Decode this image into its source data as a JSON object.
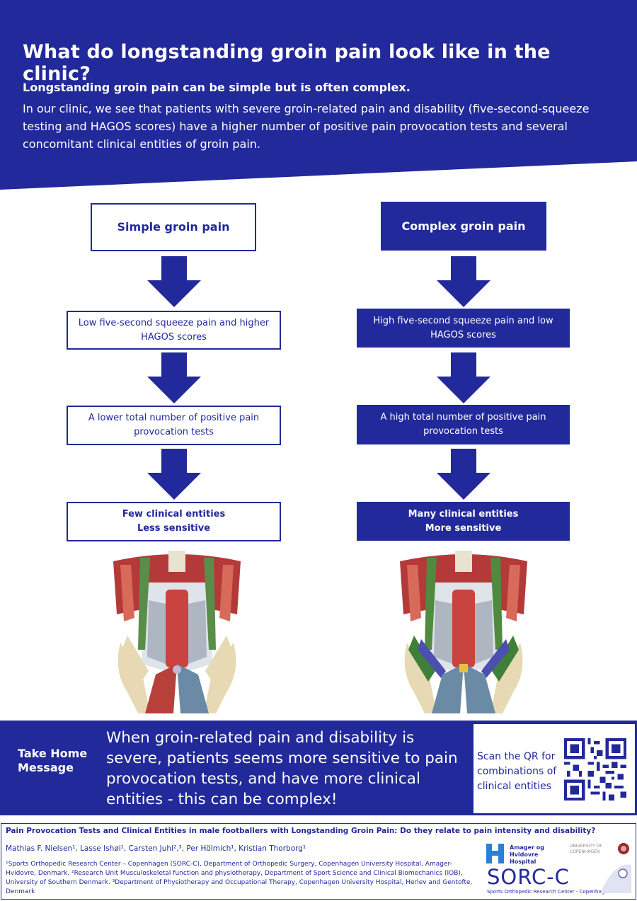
{
  "header": {
    "title": "What do longstanding groin pain look like in the clinic?",
    "subtitle": "Longstanding groin pain can be simple but is often complex.",
    "intro": "In our clinic, we see that patients with severe groin-related pain and disability (five-second-squeeze testing and HAGOS scores) have a higher number of positive pain provocation tests and several concomitant clinical entities of groin pain."
  },
  "flow": {
    "simple": {
      "heading": "Simple groin pain",
      "step1": "Low five-second squeeze pain and higher HAGOS scores",
      "step2": "A lower total number of positive pain provocation tests",
      "step3_line1": "Few clinical entities",
      "step3_line2": "Less sensitive"
    },
    "complex": {
      "heading": "Complex groin pain",
      "step1": "High five-second squeeze pain and low HAGOS scores",
      "step2": "A high total number of  positive pain provocation tests",
      "step3_line1": "Many clinical entities",
      "step3_line2": "More sensitive"
    }
  },
  "take_home": {
    "label": "Take Home Message",
    "message": "When groin-related pain and disability is severe, patients seems more sensitive to pain provocation tests, and have more clinical entities - this can be complex!",
    "qr_text": "Scan the QR for combinations of clinical entities"
  },
  "footer": {
    "paper_title": "Pain Provocation Tests and Clinical Entities in male footballers with Longstanding Groin Pain: Do they relate to pain intensity and disability?",
    "authors": "Mathias F. Nielsen¹, Lasse Ishøi¹, Carsten Juhl²,³, Per Hölmich¹, Kristian Thorborg¹",
    "affiliations": "¹Sports Orthopedic Research Center – Copenhagen (SORC-C), Department of Orthopedic Surgery, Copenhagen University Hospital, Amager-Hvidovre, Denmark. ²Research Unit Musculoskeletal function and physiotherapy, Department of Sport Science and Clinical Biomechanics (IOB), University of Southern Denmark. ³Department of Physiotherapy and Occupational Therapy, Copenhagen University Hospital, Herlev and Gentofte, Denmark",
    "hospital_logo": "Amager og Hvidovre Hospital",
    "university_logo": "UNIVERSITY OF COPENHAGEN",
    "sorc_logo": "SORC-C",
    "sorc_sub": "Sports Orthopedic Research Center - Copenhagen"
  },
  "colors": {
    "navy": "#22299a",
    "white": "#ffffff"
  }
}
